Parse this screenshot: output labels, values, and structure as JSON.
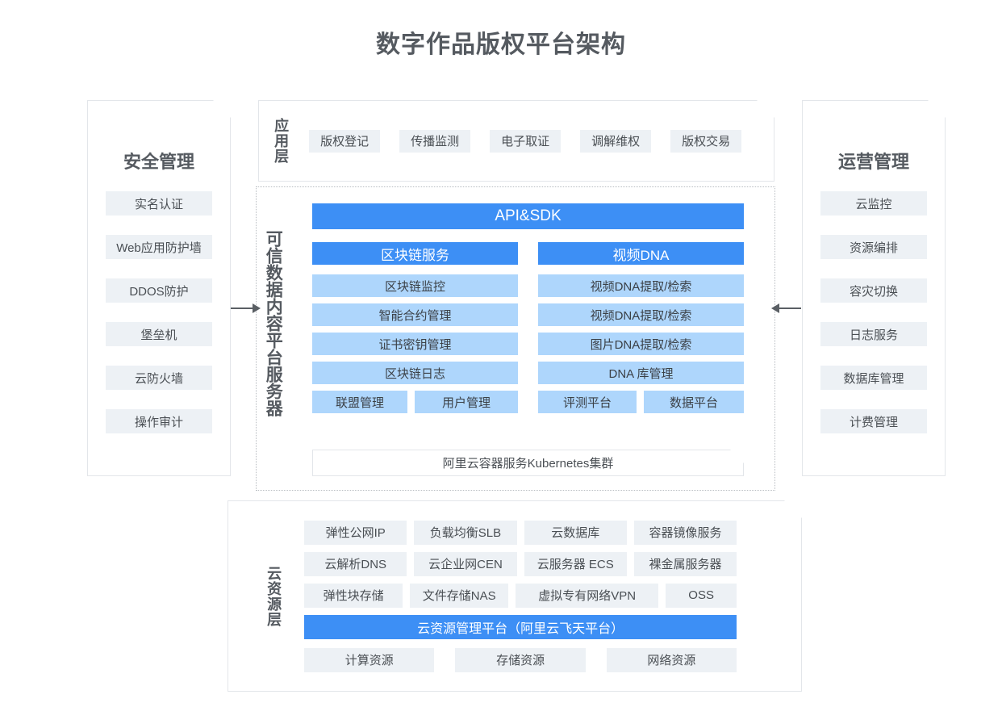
{
  "title": "数字作品版权平台架构",
  "security_panel": {
    "title": "安全管理",
    "items": [
      "实名认证",
      "Web应用防护墙",
      "DDOS防护",
      "堡垒机",
      "云防火墙",
      "操作审计"
    ]
  },
  "operations_panel": {
    "title": "运营管理",
    "items": [
      "云监控",
      "资源编排",
      "容灾切换",
      "日志服务",
      "数据库管理",
      "计费管理"
    ]
  },
  "application_layer": {
    "label": "应用层",
    "items": [
      "版权登记",
      "传播监测",
      "电子取证",
      "调解维权",
      "版权交易"
    ]
  },
  "trusted_platform": {
    "label": "可信数据内容平台服务器",
    "api_bar": "API&SDK",
    "columns": [
      {
        "head": "区块链服务",
        "rows": [
          "区块链监控",
          "智能合约管理",
          "证书密钥管理",
          "区块链日志"
        ],
        "pair": [
          "联盟管理",
          "用户管理"
        ]
      },
      {
        "head": "视频DNA",
        "rows": [
          "视频DNA提取/检索",
          "视频DNA提取/检索",
          "图片DNA提取/检索",
          "DNA 库管理"
        ],
        "pair": [
          "评测平台",
          "数据平台"
        ]
      }
    ],
    "footer": "阿里云容器服务Kubernetes集群"
  },
  "cloud_layer": {
    "label": "云资源层",
    "rows": [
      [
        "弹性公网IP",
        "负载均衡SLB",
        "云数据库",
        "容器镜像服务"
      ],
      [
        "云解析DNS",
        "云企业网CEN",
        "云服务器 ECS",
        "裸金属服务器"
      ],
      [
        "弹性块存储",
        "文件存储NAS",
        "虚拟专有网络VPN",
        "OSS"
      ]
    ],
    "manage_bar": "云资源管理平台（阿里云飞天平台）",
    "footer": [
      "计算资源",
      "存储资源",
      "网络资源"
    ]
  },
  "colors": {
    "accent_blue": "#3d8ff5",
    "light_blue": "#aed6fc",
    "chip_gray": "#edf1f5",
    "text_gray": "#4a4f54",
    "border_gray": "#e3e6ea"
  }
}
